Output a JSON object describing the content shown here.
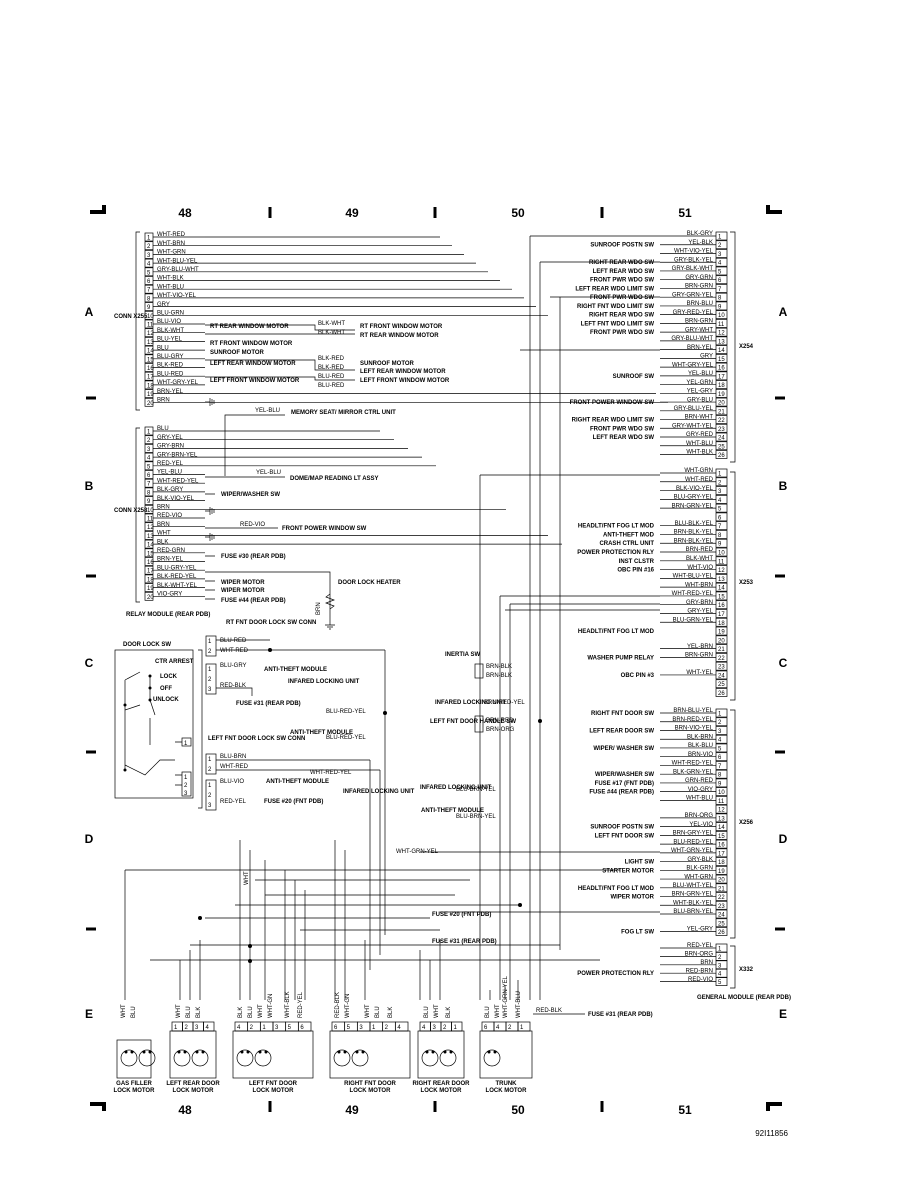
{
  "columns": [
    "48",
    "49",
    "50",
    "51"
  ],
  "rows": [
    "A",
    "B",
    "C",
    "D",
    "E"
  ],
  "figure_id": "92I11856",
  "x255": {
    "conn_label": "CONN X255",
    "wires": [
      "WHT-RED",
      "WHT-BRN",
      "WHT-GRN",
      "WHT-BLU-YEL",
      "GRY-BLU-WHT",
      "WHT-BLK",
      "WHT-BLU",
      "WHT-VIO-YEL",
      "GRY",
      "BLU-GRN",
      "BLU-VIO",
      "BLK-WHT",
      "BLU-YEL",
      "BLU",
      "BLU-GRY",
      "BLK-RED",
      "BLU-RED",
      "WHT-GRY-YEL",
      "BRN-YEL",
      "BRN"
    ]
  },
  "x258": {
    "conn_label": "CONN X258",
    "wires": [
      "BLU",
      "GRY-YEL",
      "GRY-BRN",
      "GRY-BRN-YEL",
      "RED-YEL",
      "YEL-BLU",
      "WHT-RED-YEL",
      "BLK-GRY",
      "BLK-VIO-YEL",
      "BRN",
      "RED-VIO",
      "BRN",
      "WHT",
      "BLK",
      "RED-GRN",
      "BRN-YEL",
      "BLU-GRY-YEL",
      "BLK-RED-YEL",
      "BLK-WHT-YEL",
      "VIO-GRY"
    ],
    "module": "RELAY MODULE (REAR PDB)"
  },
  "x255_loads": [
    "RT REAR WINDOW MOTOR",
    "RT FRONT WINDOW MOTOR",
    "RT REAR WINDOW MOTOR",
    "RT FRONT WINDOW MOTOR",
    "SUNROOF MOTOR",
    "LEFT REAR WINDOW MOTOR",
    "SUNROOF MOTOR",
    "LEFT FRONT WINDOW MOTOR",
    "LEFT FRONT WINDOW MOTOR",
    "LEFT REAR WINDOW MOTOR"
  ],
  "x258_loads": [
    "MEMORY SEAT/ MIRROR CTRL UNIT",
    "DOME/MAP READING LT ASSY",
    "WIPER/WASHER SW",
    "FRONT POWER WINDOW SW",
    "FUSE #30 (REAR PDB)",
    "WIPER MOTOR",
    "WIPER MOTOR",
    "FUSE #44 (REAR PDB)",
    "DOOR LOCK HEATER"
  ],
  "x254": {
    "label": "X254",
    "rows": [
      {
        "pin": "1",
        "func": "",
        "wire": "BLK-GRY"
      },
      {
        "pin": "2",
        "func": "SUNROOF POSTN SW",
        "wire": "YEL-BLK"
      },
      {
        "pin": "3",
        "func": "",
        "wire": "WHT-VIO-YEL"
      },
      {
        "pin": "4",
        "func": "RIGHT REAR WDO SW",
        "wire": "GRY-BLK-YEL"
      },
      {
        "pin": "5",
        "func": "LEFT REAR WDO SW",
        "wire": "GRY-BLK-WHT"
      },
      {
        "pin": "6",
        "func": "FRONT PWR WDO SW",
        "wire": "GRY-GRN"
      },
      {
        "pin": "7",
        "func": "LEFT REAR WDO LIMIT SW",
        "wire": "BRN-GRN"
      },
      {
        "pin": "8",
        "func": "FRONT PWR WDO SW",
        "wire": "GRY-GRN-YEL"
      },
      {
        "pin": "9",
        "func": "RIGHT FNT WDO LIMIT SW",
        "wire": "BRN-BLU"
      },
      {
        "pin": "10",
        "func": "RIGHT REAR WDO SW",
        "wire": "GRY-RED-YEL"
      },
      {
        "pin": "11",
        "func": "LEFT FNT WDO LIMIT SW",
        "wire": "BRN-GRN"
      },
      {
        "pin": "12",
        "func": "FRONT PWR WDO SW",
        "wire": "GRY-WHT"
      },
      {
        "pin": "13",
        "func": "",
        "wire": "GRY-BLU-WHT"
      },
      {
        "pin": "14",
        "func": "",
        "wire": "BRN-YEL"
      },
      {
        "pin": "15",
        "func": "",
        "wire": "GRY"
      },
      {
        "pin": "16",
        "func": "",
        "wire": "WHT-GRY-YEL"
      },
      {
        "pin": "17",
        "func": "SUNROOF SW",
        "wire": "YEL-BLU"
      },
      {
        "pin": "18",
        "func": "",
        "wire": "YEL-GRN"
      },
      {
        "pin": "19",
        "func": "",
        "wire": "YEL-GRY"
      },
      {
        "pin": "20",
        "func": "FRONT POWER WINDOW SW",
        "wire": "GRY-BLU"
      },
      {
        "pin": "21",
        "func": "",
        "wire": "GRY-BLU-YEL"
      },
      {
        "pin": "22",
        "func": "RIGHT REAR WDO LIMIT SW",
        "wire": "BRN-WHT"
      },
      {
        "pin": "23",
        "func": "FRONT PWR WDO SW",
        "wire": "GRY-WHT-YEL"
      },
      {
        "pin": "24",
        "func": "LEFT REAR WDO SW",
        "wire": "GRY-RED"
      },
      {
        "pin": "25",
        "func": "",
        "wire": "WHT-BLU"
      },
      {
        "pin": "26",
        "func": "",
        "wire": "WHT-BLK"
      }
    ]
  },
  "x253": {
    "label": "X253",
    "rows": [
      {
        "pin": "1",
        "func": "",
        "wire": "WHT-GRN"
      },
      {
        "pin": "2",
        "func": "",
        "wire": "WHT-RED"
      },
      {
        "pin": "3",
        "func": "",
        "wire": "BLK-VIO-YEL"
      },
      {
        "pin": "4",
        "func": "",
        "wire": "BLU-GRY-YEL"
      },
      {
        "pin": "5",
        "func": "",
        "wire": "BRN-GRN-YEL"
      },
      {
        "pin": "6",
        "func": "",
        "wire": ""
      },
      {
        "pin": "7",
        "func": "HEADLT/FNT FOG LT MOD",
        "wire": "BLU-BLK-YEL"
      },
      {
        "pin": "8",
        "func": "ANTI-THEFT MOD",
        "wire": "BRN-BLK-YEL"
      },
      {
        "pin": "9",
        "func": "CRASH CTRL UNIT",
        "wire": "BRN-BLK-YEL"
      },
      {
        "pin": "10",
        "func": "POWER PROTECTION RLY",
        "wire": "BRN-RED"
      },
      {
        "pin": "11",
        "func": "INST CLSTR",
        "wire": "BLK-WHT"
      },
      {
        "pin": "12",
        "func": "OBC PIN #16",
        "wire": "WHT-VIO"
      },
      {
        "pin": "13",
        "func": "",
        "wire": "WHT-BLU-YEL"
      },
      {
        "pin": "14",
        "func": "",
        "wire": "WHT-BRN"
      },
      {
        "pin": "15",
        "func": "",
        "wire": "WHT-RED-YEL"
      },
      {
        "pin": "16",
        "func": "",
        "wire": "GRY-BRN"
      },
      {
        "pin": "17",
        "func": "",
        "wire": "GRY-YEL"
      },
      {
        "pin": "18",
        "func": "",
        "wire": "BLU-GRN-YEL"
      },
      {
        "pin": "19",
        "func": "HEADLT/FNT FOG LT MOD",
        "wire": ""
      },
      {
        "pin": "20",
        "func": "",
        "wire": ""
      },
      {
        "pin": "21",
        "func": "",
        "wire": "YEL-BRN"
      },
      {
        "pin": "22",
        "func": "WASHER PUMP RELAY",
        "wire": "BRN-GRN"
      },
      {
        "pin": "23",
        "func": "",
        "wire": ""
      },
      {
        "pin": "24",
        "func": "OBC PIN #3",
        "wire": "WHT-YEL"
      },
      {
        "pin": "25",
        "func": "",
        "wire": ""
      },
      {
        "pin": "26",
        "func": "",
        "wire": ""
      }
    ]
  },
  "x256": {
    "label": "X256",
    "rows": [
      {
        "pin": "1",
        "func": "RIGHT FNT DOOR SW",
        "wire": "BRN-BLU-YEL"
      },
      {
        "pin": "2",
        "func": "",
        "wire": "BRN-RED-YEL"
      },
      {
        "pin": "3",
        "func": "LEFT REAR DOOR SW",
        "wire": "BRN-VIO-YEL"
      },
      {
        "pin": "4",
        "func": "",
        "wire": "BLK-BRN"
      },
      {
        "pin": "5",
        "func": "WIPER/ WASHER SW",
        "wire": "BLK-BLU"
      },
      {
        "pin": "6",
        "func": "",
        "wire": "BRN-VIO"
      },
      {
        "pin": "7",
        "func": "",
        "wire": "WHT-RED-YEL"
      },
      {
        "pin": "8",
        "func": "WIPER/WASHER SW",
        "wire": "BLK-GRN-YEL"
      },
      {
        "pin": "9",
        "func": "FUSE #17 (FNT PDB)",
        "wire": "GRN-RED"
      },
      {
        "pin": "10",
        "func": "FUSE #44 (REAR PDB)",
        "wire": "VIO-GRY"
      },
      {
        "pin": "11",
        "func": "",
        "wire": "WHT-BLU"
      },
      {
        "pin": "12",
        "func": "",
        "wire": ""
      },
      {
        "pin": "13",
        "func": "",
        "wire": "BRN-ORG"
      },
      {
        "pin": "14",
        "func": "SUNROOF POSTN SW",
        "wire": "YEL-VIO"
      },
      {
        "pin": "15",
        "func": "LEFT FNT DOOR SW",
        "wire": "BRN-GRY-YEL"
      },
      {
        "pin": "16",
        "func": "",
        "wire": "BLU-RED-YEL"
      },
      {
        "pin": "17",
        "func": "",
        "wire": "WHT-GRN-YEL"
      },
      {
        "pin": "18",
        "func": "LIGHT SW",
        "wire": "GRY-BLK"
      },
      {
        "pin": "19",
        "func": "STARTER MOTOR",
        "wire": "BLK-GRN"
      },
      {
        "pin": "20",
        "func": "",
        "wire": "WHT-GRN"
      },
      {
        "pin": "21",
        "func": "HEADLT/FNT FOG LT MOD",
        "wire": "BLU-WHT-YEL"
      },
      {
        "pin": "22",
        "func": "WIPER MOTOR",
        "wire": "BRN-GRN-YEL"
      },
      {
        "pin": "23",
        "func": "",
        "wire": "WHT-BLK-YEL"
      },
      {
        "pin": "24",
        "func": "",
        "wire": "BLU-BRN-YEL"
      },
      {
        "pin": "25",
        "func": "",
        "wire": ""
      },
      {
        "pin": "26",
        "func": "FOG LT SW",
        "wire": "YEL-GRY"
      }
    ]
  },
  "x332": {
    "label": "X332",
    "rows": [
      {
        "pin": "1",
        "func": "",
        "wire": "RED-YEL"
      },
      {
        "pin": "2",
        "func": "",
        "wire": "BRN-ORG"
      },
      {
        "pin": "3",
        "func": "",
        "wire": "BRN"
      },
      {
        "pin": "4",
        "func": "POWER PROTECTION RLY",
        "wire": "RED-BRN"
      },
      {
        "pin": "5",
        "func": "",
        "wire": "RED-VIO"
      }
    ],
    "module": "GENERAL MODULE (REAR PDB)"
  },
  "center": {
    "door_lock_sw": "DOOR LOCK SW",
    "door_lock_sw_positions": [
      "CTR ARREST",
      "LOCK",
      "OFF",
      "UNLOCK"
    ],
    "rt_fnt_conn": "RT FNT DOOR LOCK SW CONN",
    "lt_fnt_conn": "LEFT FNT DOOR LOCK SW CONN",
    "rt_wires": [
      "BLU-RED",
      "WHT-RED",
      "BLU-GRY",
      "RED-BLK"
    ],
    "lt_wires": [
      "BLU-BRN",
      "WHT-RED",
      "BLU-VIO",
      "RED-YEL"
    ],
    "anti_theft": "ANTI-THEFT MODULE",
    "fuse31": "FUSE #31 (REAR PDB)",
    "fuse20": "FUSE #20 (FNT PDB)",
    "infared": "INFARED LOCKING UNIT",
    "inertia": "INERTIA SW",
    "inertia_wires": [
      "BRN-BLK",
      "BRN-BLK"
    ],
    "left_fnt_handle": "LEFT FNT DOOR HANDLE SW",
    "handle_wires": [
      "BRN-RED",
      "BRN-ORG"
    ],
    "blu_red_yel": "BLU-RED-YEL",
    "blu_brn_yel": "BLU-BRN-YEL",
    "brn_red_yel": "BRN-RED-YEL",
    "wht_grn_yel": "WHT-GRN-YEL",
    "wht": "WHT",
    "bus_fuse20": "FUSE #20 (FNT PDB)",
    "bus_fuse31": "FUSE #31 (REAR PDB)"
  },
  "motors": [
    {
      "name": "GAS FILLER LOCK MOTOR",
      "wires": [
        "WHT",
        "BLU"
      ],
      "pins": []
    },
    {
      "name": "LEFT REAR DOOR LOCK MOTOR",
      "wires": [
        "WHT",
        "BLU",
        "BLK"
      ],
      "pins": [
        "1",
        "2",
        "3",
        "4"
      ]
    },
    {
      "name": "LEFT FNT DOOR LOCK MOTOR",
      "wires": [
        "BLK",
        "BLU",
        "WHT",
        "WHT-GN",
        "WHT-BLK",
        "RED-YEL"
      ],
      "pins": [
        "4",
        "2",
        "1",
        "3",
        "5",
        "6"
      ]
    },
    {
      "name": "RIGHT FNT DOOR LOCK MOTOR",
      "wires": [
        "RED-BLK",
        "WHT-GN",
        "WHT",
        "BLU",
        "BLK"
      ],
      "pins": [
        "6",
        "5",
        "3",
        "1",
        "2",
        "4"
      ]
    },
    {
      "name": "RIGHT REAR DOOR LOCK MOTOR",
      "wires": [
        "BLU",
        "WHT",
        "BLK"
      ],
      "pins": [
        "4",
        "3",
        "2",
        "1"
      ]
    },
    {
      "name": "TRUNK LOCK MOTOR",
      "wires": [
        "BLU",
        "WHT",
        "WHT-GRN-YEL",
        "WHT-BLU"
      ],
      "pins": [
        "6",
        "4",
        "2",
        "1"
      ]
    }
  ],
  "trunk_fuse": {
    "wire": "RED-BLK",
    "label": "FUSE #31 (REAR PDB)"
  }
}
